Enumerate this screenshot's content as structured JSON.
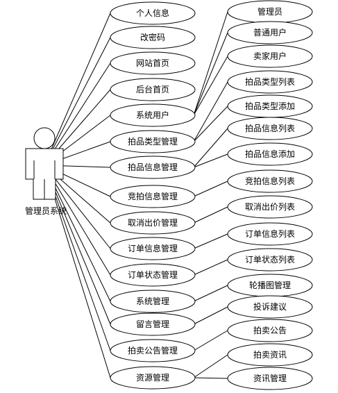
{
  "actor": {
    "label": "管理员系统"
  },
  "left_usecases": [
    {
      "id": "personal-info",
      "label": "个人信息"
    },
    {
      "id": "change-password",
      "label": "改密码"
    },
    {
      "id": "site-home",
      "label": "网站首页"
    },
    {
      "id": "admin-home",
      "label": "后台首页"
    },
    {
      "id": "system-users",
      "label": "系统用户"
    },
    {
      "id": "auction-category-mgmt",
      "label": "拍品类型管理"
    },
    {
      "id": "auction-info-mgmt",
      "label": "拍品信息管理"
    },
    {
      "id": "bidding-info-mgmt",
      "label": "竞拍信息管理"
    },
    {
      "id": "cancel-bid-mgmt",
      "label": "取消出价管理"
    },
    {
      "id": "order-info-mgmt",
      "label": "订单信息管理"
    },
    {
      "id": "order-status-mgmt",
      "label": "订单状态管理"
    },
    {
      "id": "system-mgmt",
      "label": "系统管理"
    },
    {
      "id": "message-mgmt",
      "label": "留言管理"
    },
    {
      "id": "auction-notice-mgmt",
      "label": "拍卖公告管理"
    },
    {
      "id": "resource-mgmt",
      "label": "资源管理"
    }
  ],
  "right_usecases": [
    {
      "id": "administrator",
      "label": "管理员",
      "parent": "system-users"
    },
    {
      "id": "normal-user",
      "label": "普通用户",
      "parent": "system-users"
    },
    {
      "id": "seller-user",
      "label": "卖家用户",
      "parent": "system-users"
    },
    {
      "id": "auction-category-list",
      "label": "拍品类型列表",
      "parent": "auction-category-mgmt"
    },
    {
      "id": "auction-category-add",
      "label": "拍品类型添加",
      "parent": "auction-category-mgmt"
    },
    {
      "id": "auction-info-list",
      "label": "拍品信息列表",
      "parent": "auction-info-mgmt"
    },
    {
      "id": "auction-info-add",
      "label": "拍品信息添加",
      "parent": "auction-info-mgmt"
    },
    {
      "id": "bidding-info-list",
      "label": "竞拍信息列表",
      "parent": "bidding-info-mgmt"
    },
    {
      "id": "cancel-bid-list",
      "label": "取消出价列表",
      "parent": "cancel-bid-mgmt"
    },
    {
      "id": "order-info-list",
      "label": "订单信息列表",
      "parent": "order-info-mgmt"
    },
    {
      "id": "order-status-list",
      "label": "订单状态列表",
      "parent": "order-status-mgmt"
    },
    {
      "id": "carousel-mgmt",
      "label": "轮播图管理",
      "parent": "system-mgmt"
    },
    {
      "id": "complaint-suggestion",
      "label": "投诉建议",
      "parent": "message-mgmt"
    },
    {
      "id": "auction-notice",
      "label": "拍卖公告",
      "parent": "auction-notice-mgmt"
    },
    {
      "id": "auction-news",
      "label": "拍卖资讯",
      "parent": "resource-mgmt"
    },
    {
      "id": "news-mgmt",
      "label": "资讯管理",
      "parent": "resource-mgmt"
    }
  ]
}
